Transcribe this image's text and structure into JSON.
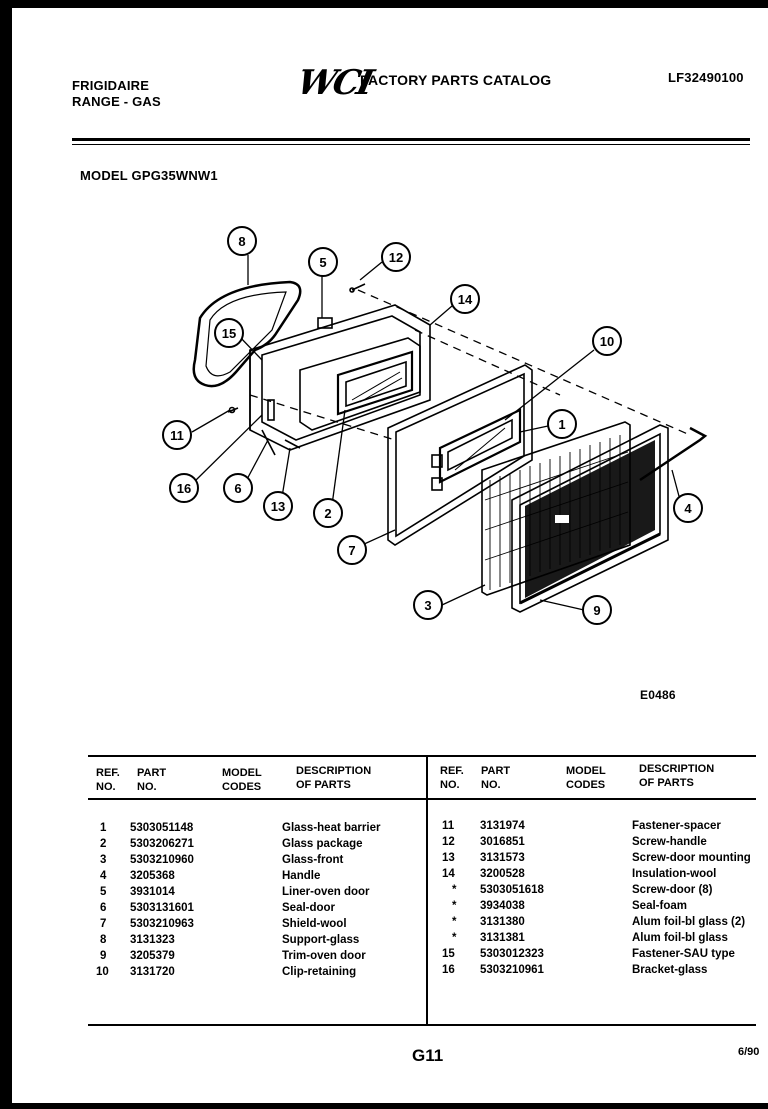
{
  "header": {
    "brand_line1": "FRIGIDAIRE",
    "brand_line2": "RANGE - GAS",
    "logo": "WCI",
    "catalog_title": "FACTORY PARTS CATALOG",
    "doc_number": "LF32490100",
    "model": "MODEL GPG35WNW1"
  },
  "diagram": {
    "callouts": [
      "1",
      "2",
      "3",
      "4",
      "5",
      "6",
      "7",
      "8",
      "9",
      "10",
      "11",
      "12",
      "13",
      "14",
      "15",
      "16"
    ],
    "code": "E0486"
  },
  "table": {
    "headers": {
      "ref1": "REF.",
      "ref2": "NO.",
      "part1": "PART",
      "part2": "NO.",
      "model1": "MODEL",
      "model2": "CODES",
      "desc1": "DESCRIPTION",
      "desc2": "OF PARTS"
    },
    "left_rows": [
      {
        "ref": "1",
        "part": "5303051148",
        "desc": "Glass-heat barrier"
      },
      {
        "ref": "2",
        "part": "5303206271",
        "desc": "Glass package"
      },
      {
        "ref": "3",
        "part": "5303210960",
        "desc": "Glass-front"
      },
      {
        "ref": "4",
        "part": "3205368",
        "desc": "Handle"
      },
      {
        "ref": "5",
        "part": "3931014",
        "desc": "Liner-oven door"
      },
      {
        "ref": "6",
        "part": "5303131601",
        "desc": "Seal-door"
      },
      {
        "ref": "7",
        "part": "5303210963",
        "desc": "Shield-wool"
      },
      {
        "ref": "8",
        "part": "3131323",
        "desc": "Support-glass"
      },
      {
        "ref": "9",
        "part": "3205379",
        "desc": "Trim-oven door"
      },
      {
        "ref": "10",
        "part": "3131720",
        "desc": "Clip-retaining"
      }
    ],
    "right_rows": [
      {
        "ref": "11",
        "part": "3131974",
        "desc": "Fastener-spacer"
      },
      {
        "ref": "12",
        "part": "3016851",
        "desc": "Screw-handle"
      },
      {
        "ref": "13",
        "part": "3131573",
        "desc": "Screw-door mounting"
      },
      {
        "ref": "14",
        "part": "3200528",
        "desc": "Insulation-wool"
      },
      {
        "ref": "*",
        "part": "5303051618",
        "desc": "Screw-door (8)"
      },
      {
        "ref": "*",
        "part": "3934038",
        "desc": "Seal-foam"
      },
      {
        "ref": "*",
        "part": "3131380",
        "desc": "Alum foil-bl glass (2)"
      },
      {
        "ref": "*",
        "part": "3131381",
        "desc": "Alum foil-bl glass"
      },
      {
        "ref": "15",
        "part": "5303012323",
        "desc": "Fastener-SAU type"
      },
      {
        "ref": "16",
        "part": "5303210961",
        "desc": "Bracket-glass"
      }
    ]
  },
  "footer": {
    "page": "G11",
    "date": "6/90"
  }
}
